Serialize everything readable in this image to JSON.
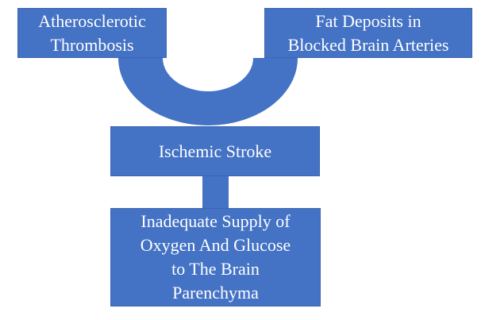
{
  "diagram": {
    "type": "flowchart",
    "topic": "Ischemic Stroke causes and effect",
    "nodes": [
      {
        "id": "atherosclerotic-thrombosis",
        "label": "Atherosclerotic Thrombosis",
        "lines": [
          "Atherosclerotic",
          "Thrombosis"
        ],
        "role": "cause"
      },
      {
        "id": "fat-deposits-blocked-arteries",
        "label": "Fat Deposits in Blocked Brain Arteries",
        "lines": [
          "Fat Deposits in",
          "Blocked Brain Arteries"
        ],
        "role": "cause"
      },
      {
        "id": "ischemic-stroke",
        "label": "Ischemic Stroke",
        "lines": [
          "Ischemic Stroke"
        ],
        "role": "central-condition"
      },
      {
        "id": "inadequate-supply",
        "label": "Inadequate Supply of Oxygen And Glucose to The Brain Parenchyma",
        "lines": [
          "Inadequate Supply of",
          "Oxygen And Glucose",
          "to The Brain",
          "Parenchyma"
        ],
        "role": "effect"
      }
    ],
    "connectors": [
      {
        "id": "u-curve",
        "shape": "elliptical-u-band",
        "from": [
          "atherosclerotic-thrombosis",
          "fat-deposits-blocked-arteries"
        ],
        "to": "ischemic-stroke"
      },
      {
        "id": "vertical-bar",
        "shape": "rectangle",
        "from": "ischemic-stroke",
        "to": "inadequate-supply"
      }
    ],
    "colors": {
      "node_fill": "#4472C4",
      "node_border": "#3E65B0",
      "connector_fill": "#4472C4",
      "text": "#FFFFFF",
      "background": "#FFFFFF"
    }
  }
}
